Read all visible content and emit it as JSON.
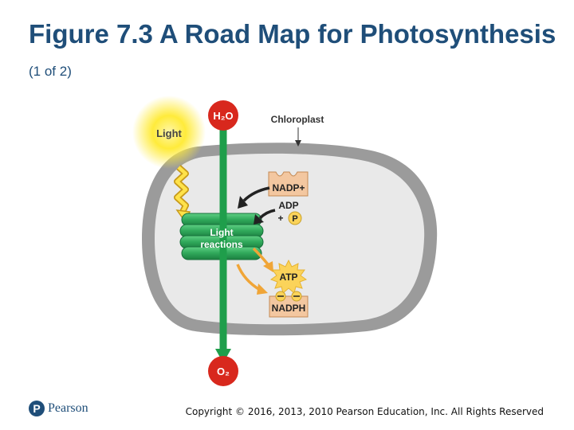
{
  "header": {
    "title": "Figure 7.3 A Road Map for Photosynthesis",
    "subtitle": "(1 of 2)"
  },
  "diagram": {
    "labels": {
      "h2o": "H₂O",
      "light": "Light",
      "chloroplast": "Chloroplast",
      "nadp_plus": "NADP+",
      "adp": "ADP",
      "plus": "+",
      "p": "P",
      "light_reactions_line1": "Light",
      "light_reactions_line2": "reactions",
      "atp": "ATP",
      "nadph": "NADPH",
      "o2": "O₂"
    },
    "colors": {
      "green": "#1f9e4b",
      "red": "#d8281d",
      "gold": "#fbd35a",
      "orange": "#f0a537",
      "membrane": "#9b9b9b",
      "stroma": "#e9e9e9"
    }
  },
  "footer": {
    "logo_word": "Pearson",
    "copyright": "Copyright © 2016, 2013, 2010 Pearson Education, Inc. All Rights Reserved"
  }
}
